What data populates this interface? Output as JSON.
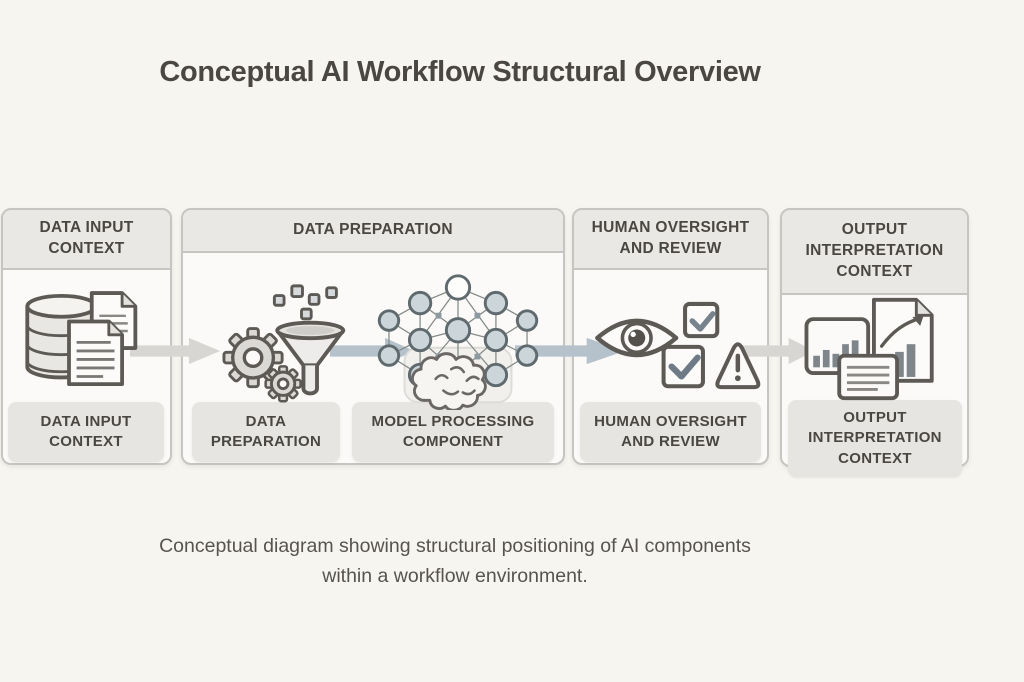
{
  "title": "Conceptual AI Workflow Structural Overview",
  "caption": "Conceptual diagram showing structural positioning of AI components within a workflow environment.",
  "panels": [
    {
      "header": "DATA INPUT CONTEXT",
      "labels": [
        "DATA INPUT CONTEXT"
      ],
      "icons": [
        "database-icon",
        "document-icon",
        "document-icon"
      ]
    },
    {
      "header": "DATA PREPARATION",
      "labels": [
        "DATA PREPARATION",
        "MODEL PROCESSING COMPONENT"
      ],
      "icons": [
        "gear-icon",
        "small-gear-icon",
        "funnel-icon",
        "data-squares-icon",
        "neural-network-icon",
        "brain-icon"
      ]
    },
    {
      "header": "HUMAN OVERSIGHT AND REVIEW",
      "labels": [
        "HUMAN OVERSIGHT AND REVIEW"
      ],
      "icons": [
        "eye-icon",
        "checkbox-icon",
        "checkbox-icon",
        "warning-triangle-icon"
      ]
    },
    {
      "header": "OUTPUT INTERPRETATION CONTEXT",
      "labels": [
        "OUTPUT INTERPRETATION CONTEXT"
      ],
      "icons": [
        "bar-chart-icon",
        "trend-document-icon",
        "note-card-icon"
      ]
    }
  ],
  "arrows": [
    {
      "from": "data-input-context",
      "to": "data-preparation",
      "color": "#d8d6d2"
    },
    {
      "from": "data-preparation",
      "to": "model-processing",
      "color": "#b5c2cb"
    },
    {
      "from": "model-processing",
      "to": "human-oversight",
      "color": "#b5c2cb"
    },
    {
      "from": "human-oversight",
      "to": "output-interpretation",
      "color": "#d8d6d2"
    }
  ],
  "colors": {
    "background": "#f7f5f0",
    "panel_fill": "#fbfaf8",
    "panel_border": "#c7c5c1",
    "header_fill": "#eae8e4",
    "label_fill": "#e7e5e1",
    "text": "#4b4845",
    "arrow_gray": "#d8d6d2",
    "arrow_blue": "#b5c2cb",
    "icon_stroke": "#5d5a56",
    "node_fill": "#ccd6da"
  }
}
